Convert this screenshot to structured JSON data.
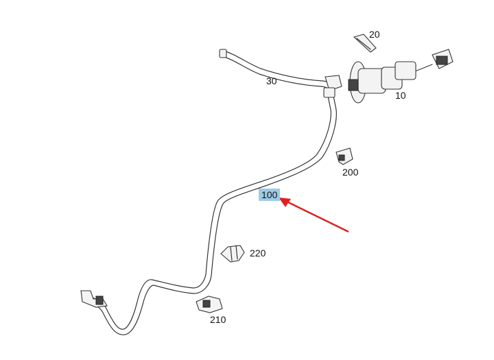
{
  "diagram": {
    "callouts": [
      {
        "id": "10",
        "text": "10"
      },
      {
        "id": "20",
        "text": "20"
      },
      {
        "id": "30",
        "text": "30"
      },
      {
        "id": "100",
        "text": "100",
        "highlighted": true
      },
      {
        "id": "200",
        "text": "200"
      },
      {
        "id": "210",
        "text": "210"
      },
      {
        "id": "220",
        "text": "220"
      }
    ],
    "colors": {
      "highlight": "#9dcbe6",
      "arrow": "#e02020",
      "line": "#333333"
    }
  }
}
